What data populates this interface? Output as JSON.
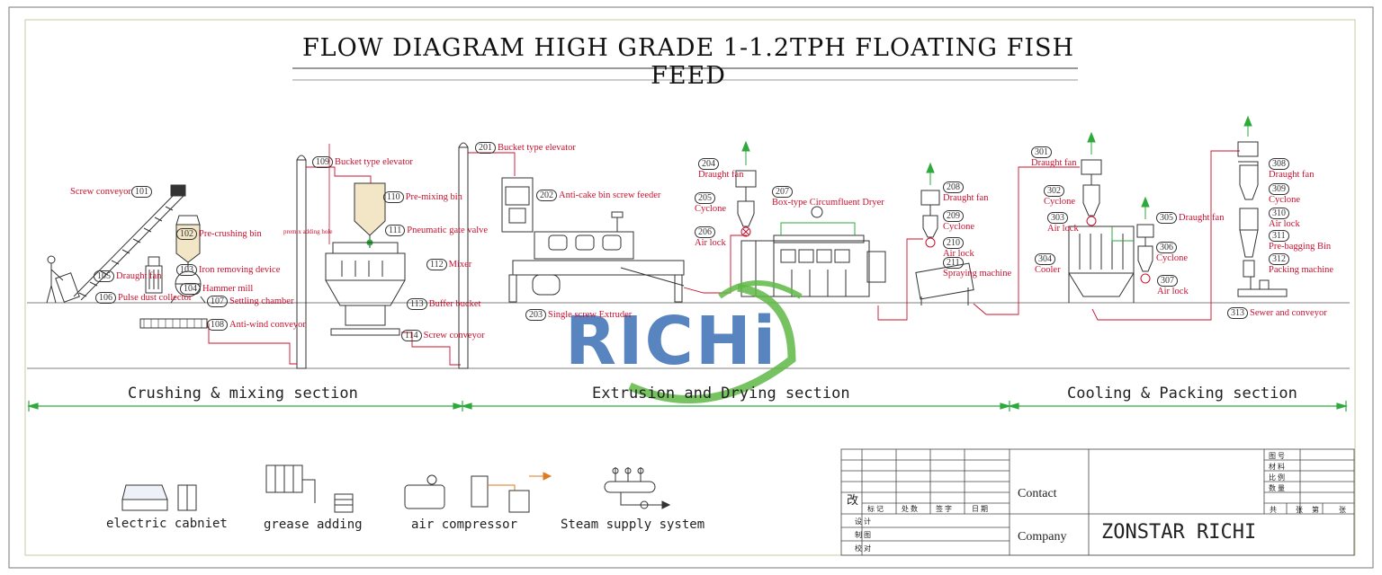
{
  "title": "FLOW DIAGRAM HIGH GRADE 1-1.2TPH FLOATING FISH FEED",
  "colors": {
    "label": "#c8102e",
    "flow": "#c8102e",
    "section_line": "#2eaa3c",
    "watermark_blue": "#3b6fb6",
    "watermark_green": "#5fb846",
    "line": "#333333"
  },
  "sections": [
    "Crushing & mixing section",
    "Extrusion and Drying section",
    "Cooling & Packing section"
  ],
  "watermark": "RICHi",
  "equipment": [
    {
      "num": "101",
      "name": "Screw conveyor"
    },
    {
      "num": "102",
      "name": "Pre-crushing bin"
    },
    {
      "num": "103",
      "name": "Iron removing device"
    },
    {
      "num": "104",
      "name": "Hammer mill"
    },
    {
      "num": "105",
      "name": "Draught fan"
    },
    {
      "num": "106",
      "name": "Pulse dust collector"
    },
    {
      "num": "107",
      "name": "Settling chamber"
    },
    {
      "num": "108",
      "name": "Anti-wind conveyor"
    },
    {
      "num": "109",
      "name": "Bucket type elevator"
    },
    {
      "num": "110",
      "name": "Pre-mixing bin"
    },
    {
      "num": "111",
      "name": "Pneumatic gate valve"
    },
    {
      "num": "112",
      "name": "Mixer"
    },
    {
      "num": "113",
      "name": "Buffer bucket"
    },
    {
      "num": "114",
      "name": "Screw conveyor"
    },
    {
      "num": "201",
      "name": "Bucket type elevator"
    },
    {
      "num": "202",
      "name": "Anti-cake bin screw feeder"
    },
    {
      "num": "203",
      "name": "Single screw Extruder"
    },
    {
      "num": "204",
      "name": "Draught fan"
    },
    {
      "num": "205",
      "name": "Cyclone"
    },
    {
      "num": "206",
      "name": "Air lock"
    },
    {
      "num": "207",
      "name": "Box-type Circumfluent Dryer"
    },
    {
      "num": "208",
      "name": "Draught fan"
    },
    {
      "num": "209",
      "name": "Cyclone"
    },
    {
      "num": "210",
      "name": "Air lock"
    },
    {
      "num": "211",
      "name": "Spraying machine"
    },
    {
      "num": "301",
      "name": "Draught fan"
    },
    {
      "num": "302",
      "name": "Cyclone"
    },
    {
      "num": "303",
      "name": "Air lock"
    },
    {
      "num": "304",
      "name": "Cooler"
    },
    {
      "num": "305",
      "name": "Draught fan"
    },
    {
      "num": "306",
      "name": "Cyclone"
    },
    {
      "num": "307",
      "name": "Air lock"
    },
    {
      "num": "308",
      "name": "Draught fan"
    },
    {
      "num": "309",
      "name": "Cyclone"
    },
    {
      "num": "310",
      "name": "Air lock"
    },
    {
      "num": "311",
      "name": "Pre-bagging Bin"
    },
    {
      "num": "312",
      "name": "Packing machine"
    },
    {
      "num": "313",
      "name": "Sewer and conveyor"
    }
  ],
  "premix_note": "premix adding hole",
  "legend": [
    "electric cabniet",
    "grease adding",
    "air compressor",
    "Steam supply system"
  ],
  "title_block": {
    "mark": "改",
    "headers": [
      "标 记",
      "处 数",
      "签 字",
      "日 期"
    ],
    "rows": [
      "设 计",
      "制 图",
      "校 对"
    ],
    "contact_label": "Contact",
    "company_label": "Company",
    "company_value": "ZONSTAR RICHI",
    "right_rows": [
      "图 号",
      "材 料",
      "比 例",
      "数 量"
    ],
    "sheet": [
      "共",
      "张",
      "第",
      "张"
    ]
  }
}
